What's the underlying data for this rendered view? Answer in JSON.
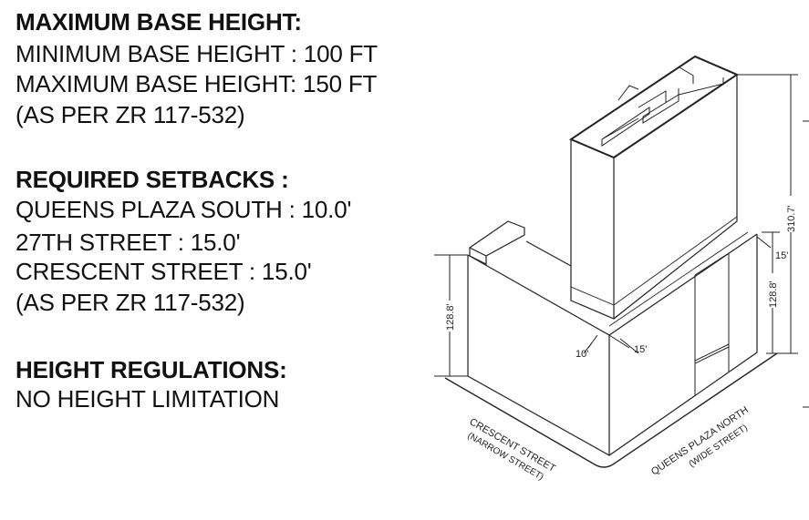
{
  "sections": [
    {
      "heading": "MAXIMUM BASE HEIGHT:",
      "lines": [
        "MINIMUM BASE HEIGHT : 100 FT",
        "MAXIMUM BASE HEIGHT: 150 FT",
        "(AS PER ZR 117-532)"
      ]
    },
    {
      "heading": "REQUIRED SETBACKS :",
      "lines": [
        "QUEENS PLAZA SOUTH : 10.0'",
        "27TH STREET : 15.0'",
        "CRESCENT STREET : 15.0'",
        "(AS PER ZR 117-532)"
      ]
    },
    {
      "heading": "HEIGHT REGULATIONS:",
      "lines": [
        "NO HEIGHT LIMITATION"
      ]
    }
  ],
  "diagram": {
    "dim_left_base": "128.8'",
    "dim_right_base": "128.8'",
    "dim_total": "310.7'",
    "setback_front_left": "10'",
    "setback_front_right": "15'",
    "setback_right": "15'",
    "street_left": "CRESCENT STREET",
    "street_left_sub": "(NARROW STREET)",
    "street_right": "QUEENS PLAZA NORTH",
    "street_right_sub": "(WIDE STREET)"
  }
}
